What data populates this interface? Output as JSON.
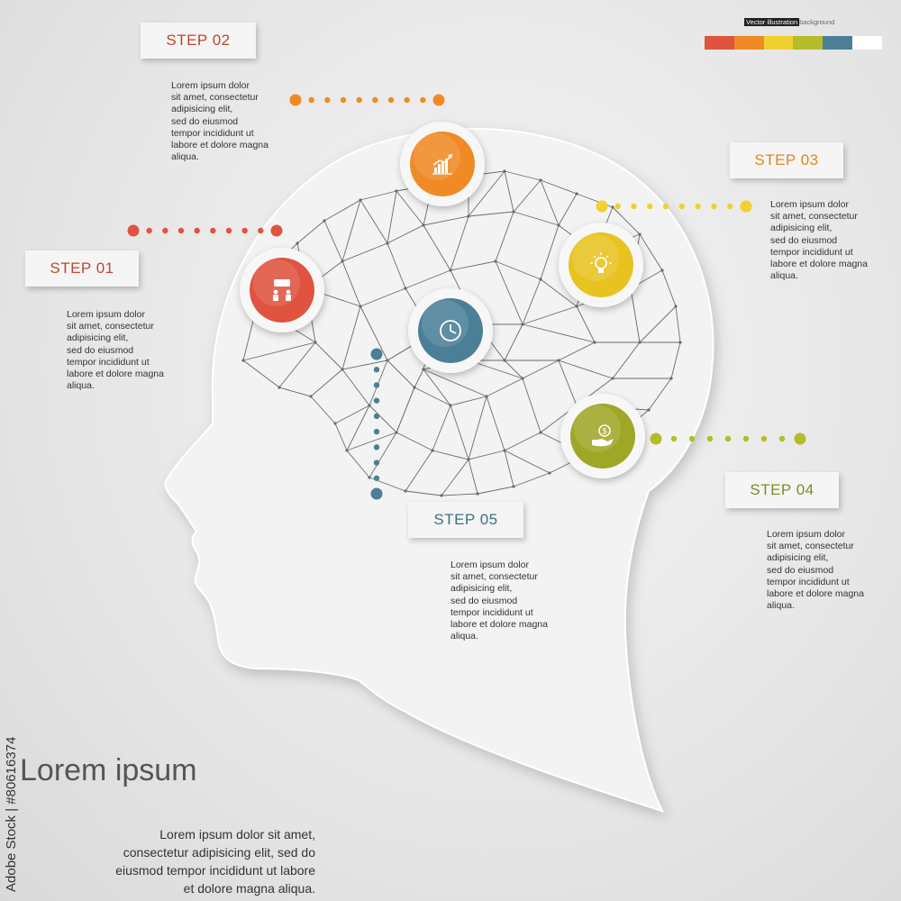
{
  "colors": {
    "red": "#e0533f",
    "orange": "#f08a24",
    "yellow": "#f1d12c",
    "lime": "#b6bb2a",
    "teal": "#4b7f98",
    "white": "#ffffff"
  },
  "badge": {
    "dark_text": "Vector illustration",
    "light_text": "background"
  },
  "steps": [
    {
      "label": "STEP 01",
      "text": "Lorem ipsum dolor\nsit amet, consectetur\nadipisicing elit,\n      sed do eiusmod\ntempor incididunt ut\nlabore et dolore magna\naliqua.",
      "icon": "presentation-icon",
      "color": "#e0533f"
    },
    {
      "label": "STEP 02",
      "text": "Lorem ipsum dolor\nsit amet, consectetur\nadipisicing elit,\n      sed do eiusmod\ntempor incididunt ut\nlabore et dolore magna\naliqua.",
      "icon": "growth-chart-icon",
      "color": "#f08a24"
    },
    {
      "label": "STEP 03",
      "text": "Lorem ipsum dolor\nsit amet, consectetur\nadipisicing elit,\n      sed do eiusmod\ntempor incididunt ut\nlabore et dolore magna\naliqua.",
      "icon": "lightbulb-icon",
      "color": "#e8c21f"
    },
    {
      "label": "STEP 04",
      "text": "Lorem ipsum dolor\nsit amet, consectetur\nadipisicing elit,\n      sed do eiusmod\ntempor incididunt ut\nlabore et dolore magna\naliqua.",
      "icon": "money-hand-icon",
      "color": "#9fa726"
    },
    {
      "label": "STEP 05",
      "text": "Lorem ipsum dolor\nsit amet, consectetur\nadipisicing elit,\n      sed do eiusmod\ntempor incididunt ut\nlabore et dolore magna\naliqua.",
      "icon": "clock-icon",
      "color": "#4b7f98"
    }
  ],
  "main": {
    "title": "Lorem ipsum",
    "body": "Lorem ipsum dolor sit amet,\nconsectetur adipisicing elit, sed do\neiusmod tempor incididunt ut labore\net dolore magna aliqua."
  },
  "side_code": "Adobe Stock | #80616374"
}
